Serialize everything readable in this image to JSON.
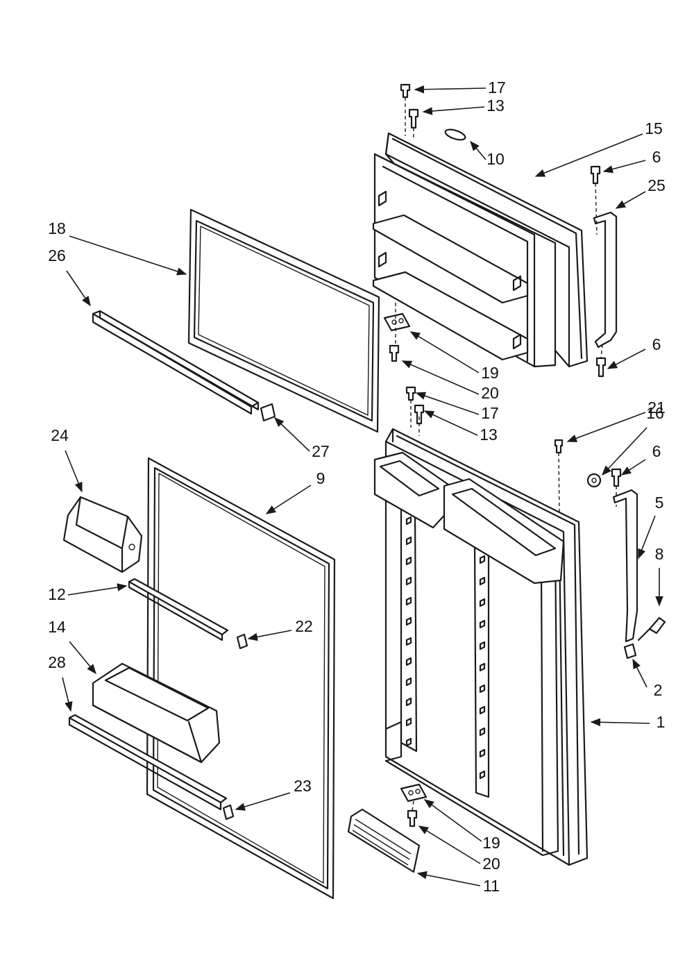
{
  "diagram_type": "exploded parts diagram",
  "callouts": [
    {
      "label": "17"
    },
    {
      "label": "13"
    },
    {
      "label": "15"
    },
    {
      "label": "10"
    },
    {
      "label": "6"
    },
    {
      "label": "25"
    },
    {
      "label": "18"
    },
    {
      "label": "26"
    },
    {
      "label": "6"
    },
    {
      "label": "19"
    },
    {
      "label": "20"
    },
    {
      "label": "21"
    },
    {
      "label": "17"
    },
    {
      "label": "13"
    },
    {
      "label": "27"
    },
    {
      "label": "16"
    },
    {
      "label": "6"
    },
    {
      "label": "24"
    },
    {
      "label": "9"
    },
    {
      "label": "5"
    },
    {
      "label": "8"
    },
    {
      "label": "12"
    },
    {
      "label": "22"
    },
    {
      "label": "14"
    },
    {
      "label": "2"
    },
    {
      "label": "28"
    },
    {
      "label": "1"
    },
    {
      "label": "23"
    },
    {
      "label": "19"
    },
    {
      "label": "20"
    },
    {
      "label": "11"
    }
  ]
}
